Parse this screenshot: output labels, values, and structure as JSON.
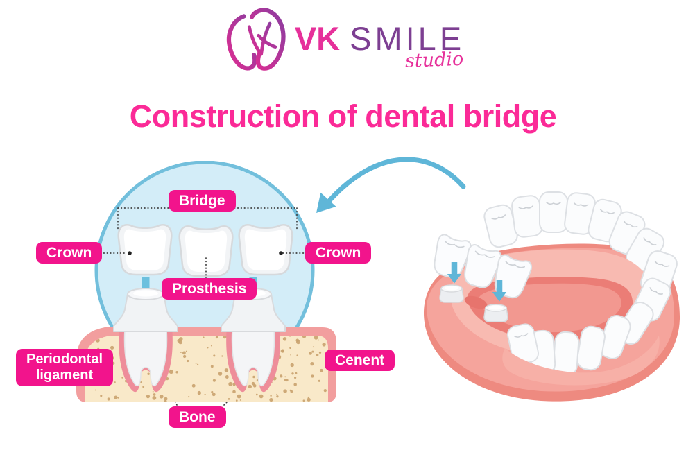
{
  "logo": {
    "vk": "VK",
    "smile": "SMILE",
    "studio": "studio"
  },
  "title": {
    "text": "Construction of dental bridge"
  },
  "labels": {
    "bridge": "Bridge",
    "crown_left": "Crown",
    "crown_right": "Crown",
    "prosthesis": "Prosthesis",
    "periodontal_ligament": "Periodontal ligament",
    "cement": "Cenent",
    "bone": "Bone"
  },
  "colors": {
    "label_pink": "#f2148c",
    "title_pink": "#fb2a97",
    "logo_pink": "#e6309a",
    "logo_purple": "#7d3f92",
    "circle_fill": "#d3edf8",
    "circle_border": "#72bfdc",
    "arrow_blue": "#5fb6d8",
    "bone_fill": "#f9e9c9",
    "bone_speckle": "#c9a26e",
    "gum_pink": "#f29e9e",
    "ligament_pink": "#ee8d9a",
    "jaw_gum": "#f5a49c",
    "tooth_white": "#fbfcfd",
    "tooth_outline": "#dde0e4"
  }
}
